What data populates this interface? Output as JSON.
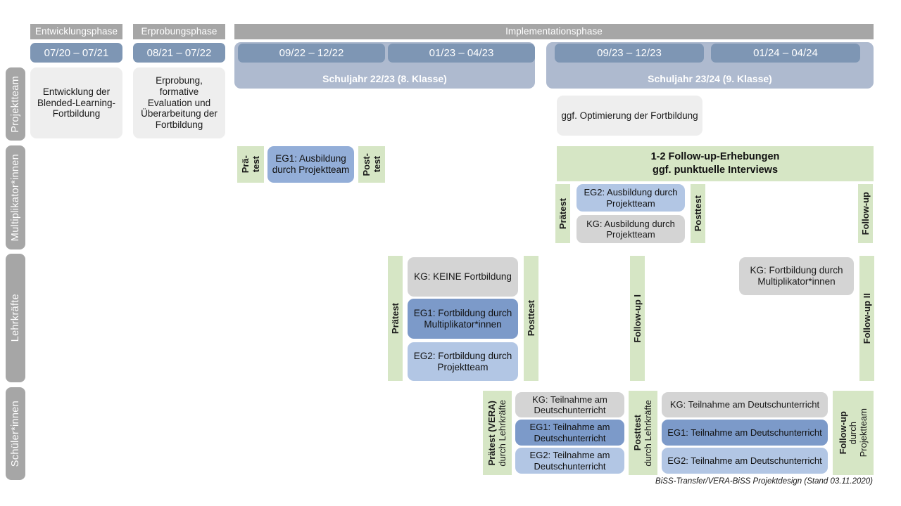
{
  "diagram": {
    "title": "BiSS-Transfer/VERA-BiSS Projektdesign",
    "footer": "BiSS-Transfer/VERA-BiSS Projektdesign (Stand 03.11.2020)",
    "colors": {
      "phase_bar": "#a6a6a6",
      "date_pill": "#7e96b4",
      "school_year": "#aebacf",
      "row_label": "#a6a6a6",
      "green_test": "#d6e6c5",
      "grey_light": "#eeeeee",
      "grey": "#d4d4d4",
      "blue_dark": "#7c9ac9",
      "blue_mid": "#93aed8",
      "blue_light": "#b2c6e4"
    }
  },
  "phases": [
    {
      "label": "Entwicklungsphase"
    },
    {
      "label": "Erprobungsphase"
    },
    {
      "label": "Implementationsphase"
    }
  ],
  "periods": [
    {
      "label": "07/20 – 07/21"
    },
    {
      "label": "08/21 – 07/22"
    },
    {
      "label": "09/22 – 12/22"
    },
    {
      "label": "01/23 – 04/23"
    },
    {
      "label": "09/23 – 12/23"
    },
    {
      "label": "01/24 – 04/24"
    }
  ],
  "school_years": [
    {
      "label": "Schuljahr 22/23 (8. Klasse)"
    },
    {
      "label": "Schuljahr 23/24 (9. Klasse)"
    }
  ],
  "rows": [
    {
      "label": "Projektteam"
    },
    {
      "label": "Multiplikator*innen"
    },
    {
      "label": "Lehrkräfte"
    },
    {
      "label": "Schüler*innen"
    }
  ],
  "projektteam": {
    "entwicklung": "Entwicklung der Blended-Learning-Fortbildung",
    "erprobung": "Erprobung, formative Evaluation und Überarbeitung der Fortbildung",
    "optimierung": "ggf. Optimierung der Fortbildung"
  },
  "multiplikator": {
    "praetest_a": "Prä-",
    "praetest_b": "test",
    "eg1": "EG1: Ausbildung durch Projektteam",
    "posttest_a": "Post-",
    "posttest_b": "test",
    "followup_banner_line1": "1-2 Follow-up-Erhebungen",
    "followup_banner_line2": "ggf. punktuelle Interviews",
    "praetest2": "Prätest",
    "eg2": "EG2: Ausbildung durch Projektteam",
    "kg": "KG: Ausbildung durch Projektteam",
    "posttest2": "Posttest",
    "followup": "Follow-up"
  },
  "lehrkraefte": {
    "praetest": "Prätest",
    "kg": "KG:  KEINE Fortbildung",
    "eg1": "EG1: Fortbildung durch Multiplikator*innen",
    "eg2": "EG2: Fortbildung durch Projektteam",
    "posttest": "Posttest",
    "followup1": "Follow-up I",
    "kg2": "KG: Fortbildung durch Multiplikator*innen",
    "followup2": "Follow-up II"
  },
  "schueler": {
    "praetest_bold": "Prätest (VERA)",
    "praetest_sub": "durch Lehrkräfte",
    "kg_left": "KG: Teilnahme am Deutschunterricht",
    "eg1_left": "EG1: Teilnahme am Deutschunterricht",
    "eg2_left": "EG2: Teilnahme am Deutschunterricht",
    "posttest_bold": "Posttest",
    "posttest_sub": "durch Lehrkräfte",
    "kg_right": "KG: Teilnahme am Deutschunterricht",
    "eg1_right": "EG1: Teilnahme am Deutschunterricht",
    "eg2_right": "EG2: Teilnahme am Deutschunterricht",
    "followup_bold": "Follow-up",
    "followup_sub1": "durch",
    "followup_sub2": "Projektteam"
  }
}
